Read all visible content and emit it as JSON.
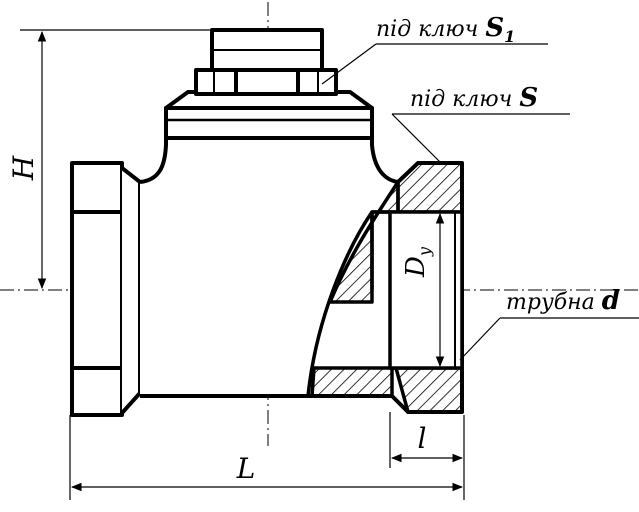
{
  "labels": {
    "wrench_s1_text": "під ключ ",
    "wrench_s1_symbol": "S",
    "wrench_s1_sub": "1",
    "wrench_s_text": "під ключ ",
    "wrench_s_symbol": "S",
    "pipe_text": "трубна ",
    "pipe_symbol": "d",
    "dim_h": "H",
    "dim_l_small": "l",
    "dim_l_big": "L",
    "dim_dy_main": "D",
    "dim_dy_sub": "y"
  }
}
